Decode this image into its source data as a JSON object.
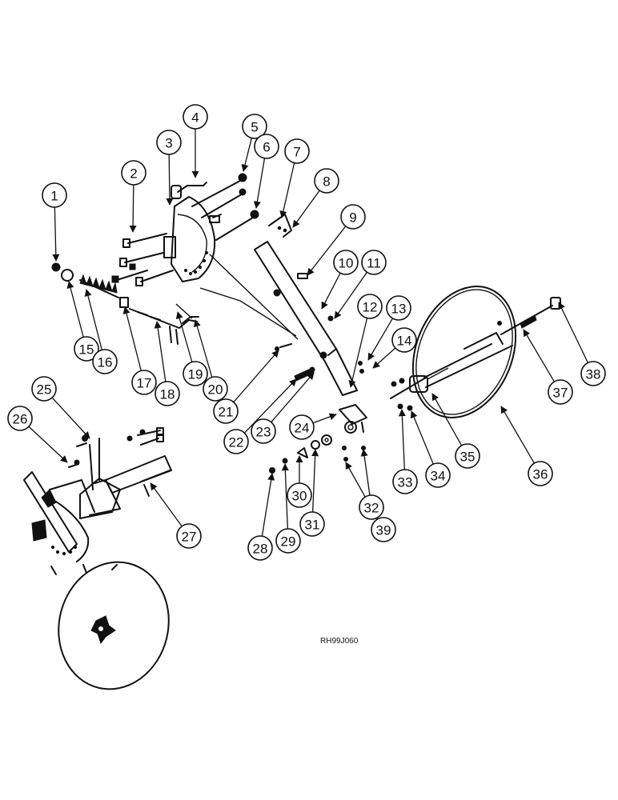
{
  "diagram": {
    "reference_code": "RH99J060",
    "callouts": [
      "1",
      "2",
      "3",
      "4",
      "5",
      "6",
      "7",
      "8",
      "9",
      "10",
      "11",
      "12",
      "13",
      "14",
      "15",
      "16",
      "17",
      "18",
      "19",
      "20",
      "21",
      "22",
      "23",
      "24",
      "25",
      "26",
      "27",
      "28",
      "29",
      "30",
      "31",
      "32",
      "33",
      "34",
      "35",
      "36",
      "37",
      "38",
      "39"
    ]
  }
}
